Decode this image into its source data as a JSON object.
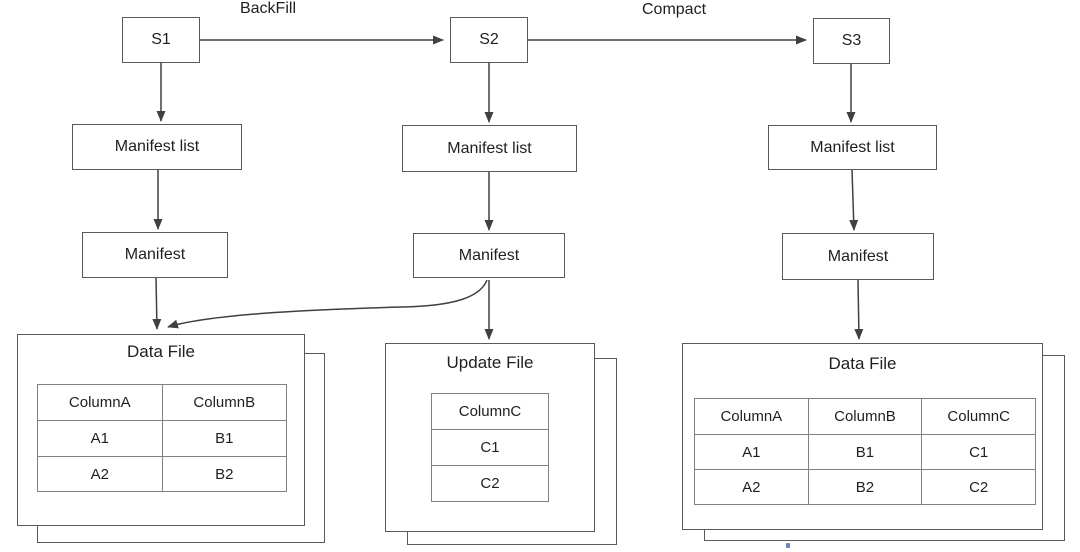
{
  "diagram": {
    "snapshots": [
      {
        "label": "S1"
      },
      {
        "label": "S2"
      },
      {
        "label": "S3"
      }
    ],
    "edges": {
      "backfill": "BackFill",
      "compact": "Compact"
    },
    "manifest_list_label": "Manifest list",
    "manifest_label": "Manifest",
    "files": [
      {
        "title": "Data File",
        "columns": [
          "ColumnA",
          "ColumnB"
        ],
        "rows": [
          [
            "A1",
            "B1"
          ],
          [
            "A2",
            "B2"
          ]
        ]
      },
      {
        "title": "Update File",
        "columns": [
          "ColumnC"
        ],
        "rows": [
          [
            "C1"
          ],
          [
            "C2"
          ]
        ]
      },
      {
        "title": "Data File",
        "columns": [
          "ColumnA",
          "ColumnB",
          "ColumnC"
        ],
        "rows": [
          [
            "A1",
            "B1",
            "C1"
          ],
          [
            "A2",
            "B2",
            "C2"
          ]
        ]
      }
    ],
    "colors": {
      "box_border": "#595959",
      "arrow": "#404040",
      "table_border": "#808080",
      "text": "#1f1f1f",
      "cursor_mark": "#4472c4",
      "background": "#ffffff"
    }
  }
}
